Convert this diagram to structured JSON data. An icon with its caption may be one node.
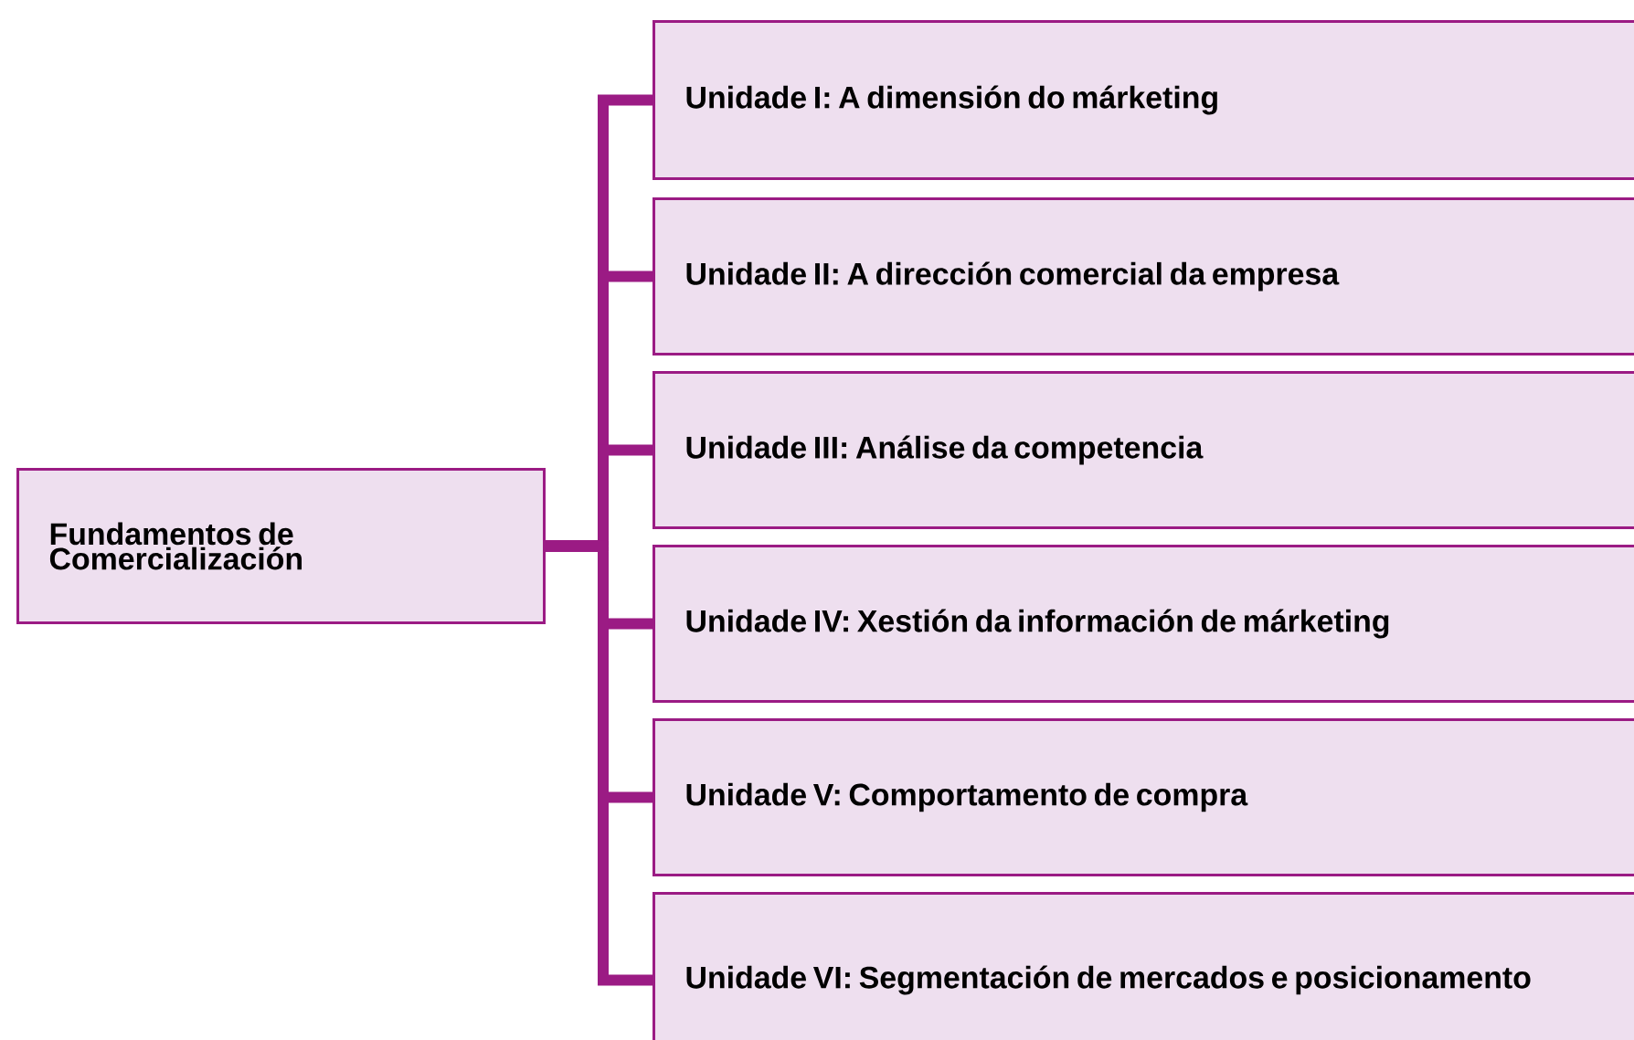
{
  "diagram": {
    "nodes": [
      {
        "text": [
          "Fundamentos de Comercialización"
        ]
      },
      {
        "text": [
          "Unidade I: A dimensión do márketing"
        ]
      },
      {
        "text": [
          "Unidade II: A dirección comercial da empresa"
        ]
      },
      {
        "text": [
          "Unidade III: Análise da competencia"
        ]
      },
      {
        "text": [
          "Unidade IV: Xestión da información de márketing"
        ]
      },
      {
        "text": [
          "Unidade V: Comportamento de compra"
        ]
      },
      {
        "text": [
          "Unidade VI: Segmentación de mercados e posicionamento"
        ]
      }
    ],
    "edges": [
      {
        "from": 0,
        "to": 1,
        "arrow": "none"
      },
      {
        "from": 0,
        "to": 2,
        "arrow": "none"
      },
      {
        "from": 0,
        "to": 3,
        "arrow": "none"
      },
      {
        "from": 0,
        "to": 4,
        "arrow": "none"
      },
      {
        "from": 0,
        "to": 5,
        "arrow": "none"
      },
      {
        "from": 0,
        "to": 6,
        "arrow": "none"
      }
    ]
  }
}
